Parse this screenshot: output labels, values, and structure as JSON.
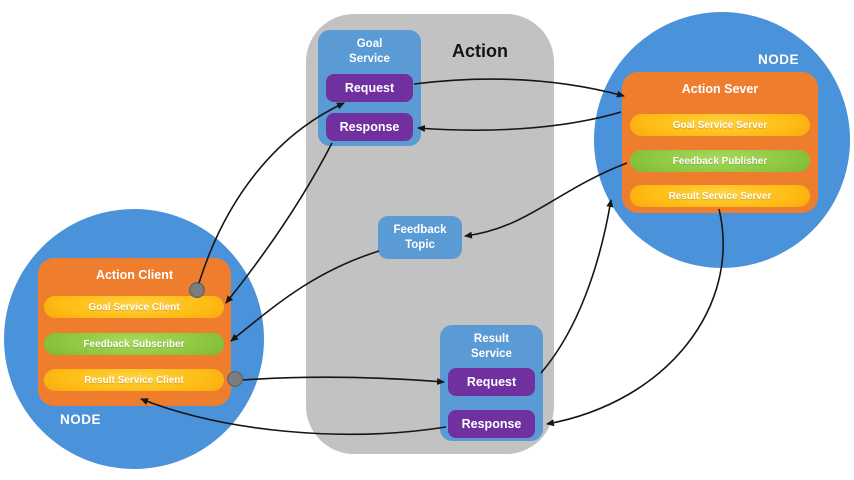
{
  "diagram": {
    "center_title": "Action",
    "goal_service": {
      "title": "Goal\nService",
      "request": "Request",
      "response": "Response"
    },
    "feedback_topic": {
      "title": "Feedback\nTopic"
    },
    "result_service": {
      "title": "Result\nService",
      "request": "Request",
      "response": "Response"
    },
    "client_node": {
      "node_label": "NODE",
      "title": "Action Client",
      "items": [
        {
          "label": "Goal Service Client"
        },
        {
          "label": "Feedback Subscriber"
        },
        {
          "label": "Result Service Client"
        }
      ]
    },
    "server_node": {
      "node_label": "NODE",
      "title": "Action Sever",
      "items": [
        {
          "label": "Goal Service Server"
        },
        {
          "label": "Feedback Publisher"
        },
        {
          "label": "Result Service Server"
        }
      ]
    },
    "colors": {
      "node_circle": "#4A92D9",
      "service_box": "#5B9BD5",
      "button_purple": "#7030A0",
      "group_orange": "#EE7E2E",
      "pill_yellow": "#FFC000",
      "pill_green": "#8CC63F",
      "panel_gray": "#C2C2C2",
      "connector_dot": "#7D7D7D"
    }
  }
}
